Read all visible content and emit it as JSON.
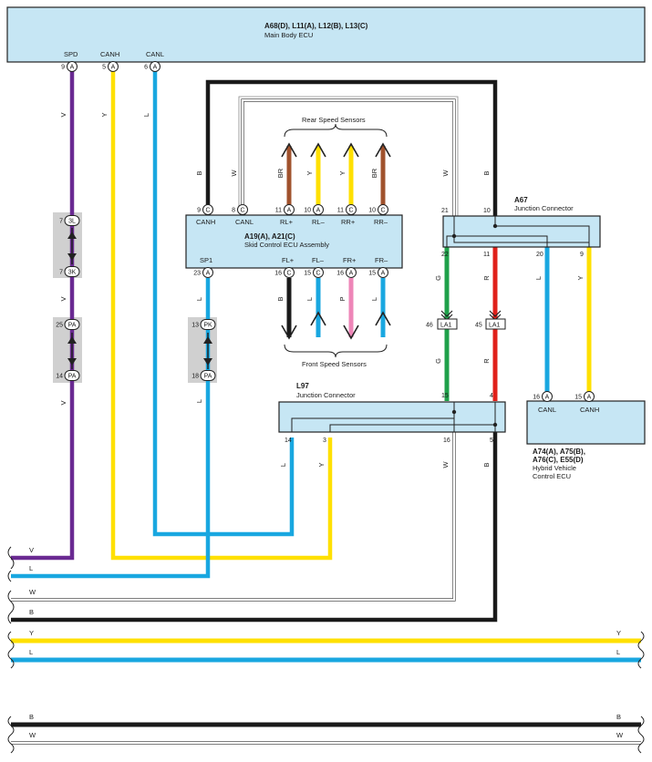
{
  "colors": {
    "V": "#6a2a92",
    "Y": "#ffe000",
    "L": "#19a7e0",
    "B": "#1a1a1a",
    "W": "#ffffff",
    "BR": "#a0522d",
    "G": "#1fa14a",
    "R": "#e0201a",
    "P": "#ee86b8",
    "ecu_fill": "#c6e6f4"
  },
  "main_ecu": {
    "ids": "A68(D), L11(A), L12(B), L13(C)",
    "name": "Main Body ECU",
    "pins": [
      {
        "num": "9",
        "conn": "A",
        "label": "SPD"
      },
      {
        "num": "5",
        "conn": "A",
        "label": "CANH"
      },
      {
        "num": "6",
        "conn": "A",
        "label": "CANL"
      }
    ]
  },
  "wire_codes": {
    "spd": "V",
    "canh": "Y",
    "canl": "L",
    "skid_canh": "B",
    "skid_canl": "W",
    "rl_plus": "BR",
    "rl_minus": "Y",
    "rr_plus": "Y",
    "rr_minus": "BR",
    "fl_plus": "B",
    "fl_minus": "L",
    "fr_plus": "P",
    "fr_minus": "L",
    "sp1": "L",
    "sp1_lower": "L",
    "spd_mid": "V",
    "spd_lower": "V",
    "j_w": "W",
    "j_b": "B",
    "j_g": "G",
    "j_r": "R",
    "j_l": "L",
    "j_y": "Y",
    "j_g_lower": "G",
    "j_r_lower": "R",
    "l97_l": "L",
    "l97_y": "Y",
    "l97_w": "W",
    "l97_b": "B"
  },
  "skid_ecu": {
    "ids": "A19(A), A21(C)",
    "name": "Skid Control ECU Assembly",
    "top_pins": [
      {
        "num": "9",
        "conn": "C",
        "label": "CANH"
      },
      {
        "num": "8",
        "conn": "C",
        "label": "CANL"
      },
      {
        "num": "11",
        "conn": "A",
        "label": "RL+"
      },
      {
        "num": "10",
        "conn": "A",
        "label": "RL–"
      },
      {
        "num": "11",
        "conn": "C",
        "label": "RR+"
      },
      {
        "num": "10",
        "conn": "C",
        "label": "RR–"
      }
    ],
    "bottom_pins": [
      {
        "num": "23",
        "conn": "A",
        "label": "SP1"
      },
      {
        "num": "16",
        "conn": "C",
        "label": "FL+"
      },
      {
        "num": "15",
        "conn": "C",
        "label": "FL–"
      },
      {
        "num": "16",
        "conn": "A",
        "label": "FR+"
      },
      {
        "num": "15",
        "conn": "A",
        "label": "FR–"
      }
    ]
  },
  "rear_sensors_label": "Rear Speed Sensors",
  "front_sensors_label": "Front Speed Sensors",
  "a67": {
    "id": "A67",
    "name": "Junction Connector",
    "pins_top": [
      "21",
      "10"
    ],
    "pins_bottom": [
      "22",
      "11",
      "20",
      "9"
    ]
  },
  "la1": {
    "left_num": "46",
    "right_num": "45",
    "label": "LA1"
  },
  "l97": {
    "id": "L97",
    "name": "Junction Connector",
    "pins_top": [
      "15",
      "4"
    ],
    "pins_bottom": [
      "14",
      "3",
      "16",
      "5"
    ]
  },
  "hv_ecu": {
    "ids_line1": "A74(A), A75(B),",
    "ids_line2": "A76(C), E55(D)",
    "name_line1": "Hybrid Vehicle",
    "name_line2": "Control ECU",
    "pins": [
      {
        "num": "16",
        "conn": "A",
        "label": "CANL"
      },
      {
        "num": "15",
        "conn": "A",
        "label": "CANH"
      }
    ]
  },
  "spd_connectors": [
    {
      "num": "7",
      "code": "3L"
    },
    {
      "num": "7",
      "code": "3K"
    },
    {
      "num": "25",
      "code": "PA"
    },
    {
      "num": "14",
      "code": "PA"
    }
  ],
  "sp1_connectors": [
    {
      "num": "13",
      "code": "PK"
    },
    {
      "num": "18",
      "code": "PA"
    }
  ],
  "bus_lines": [
    {
      "left": "V",
      "right": ""
    },
    {
      "left": "L",
      "right": ""
    },
    {
      "left": "W",
      "right": ""
    },
    {
      "left": "B",
      "right": ""
    },
    {
      "left": "Y",
      "right": "Y"
    },
    {
      "left": "L",
      "right": "L"
    },
    {
      "left": "B",
      "right": "B"
    },
    {
      "left": "W",
      "right": "W"
    }
  ]
}
